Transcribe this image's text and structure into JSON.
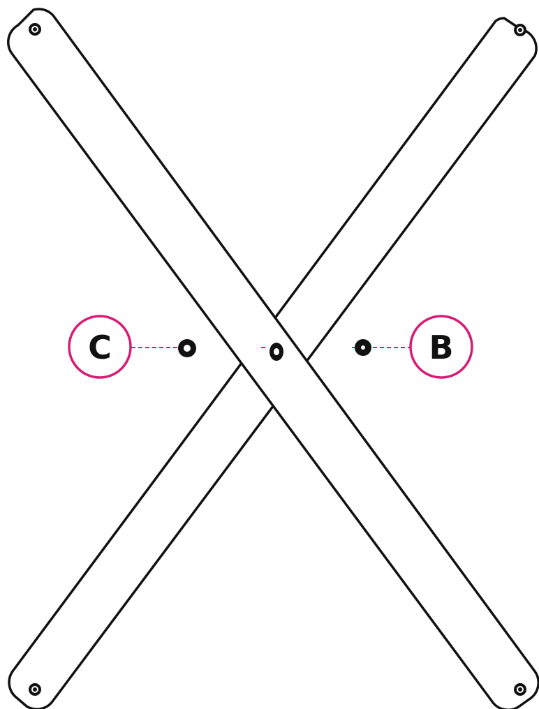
{
  "diagram": {
    "callouts": [
      {
        "id": "c",
        "label": "C"
      },
      {
        "id": "b",
        "label": "B"
      }
    ],
    "colors": {
      "callout_accent": "#d81b74",
      "outline": "#111111",
      "background": "#ffffff"
    }
  }
}
